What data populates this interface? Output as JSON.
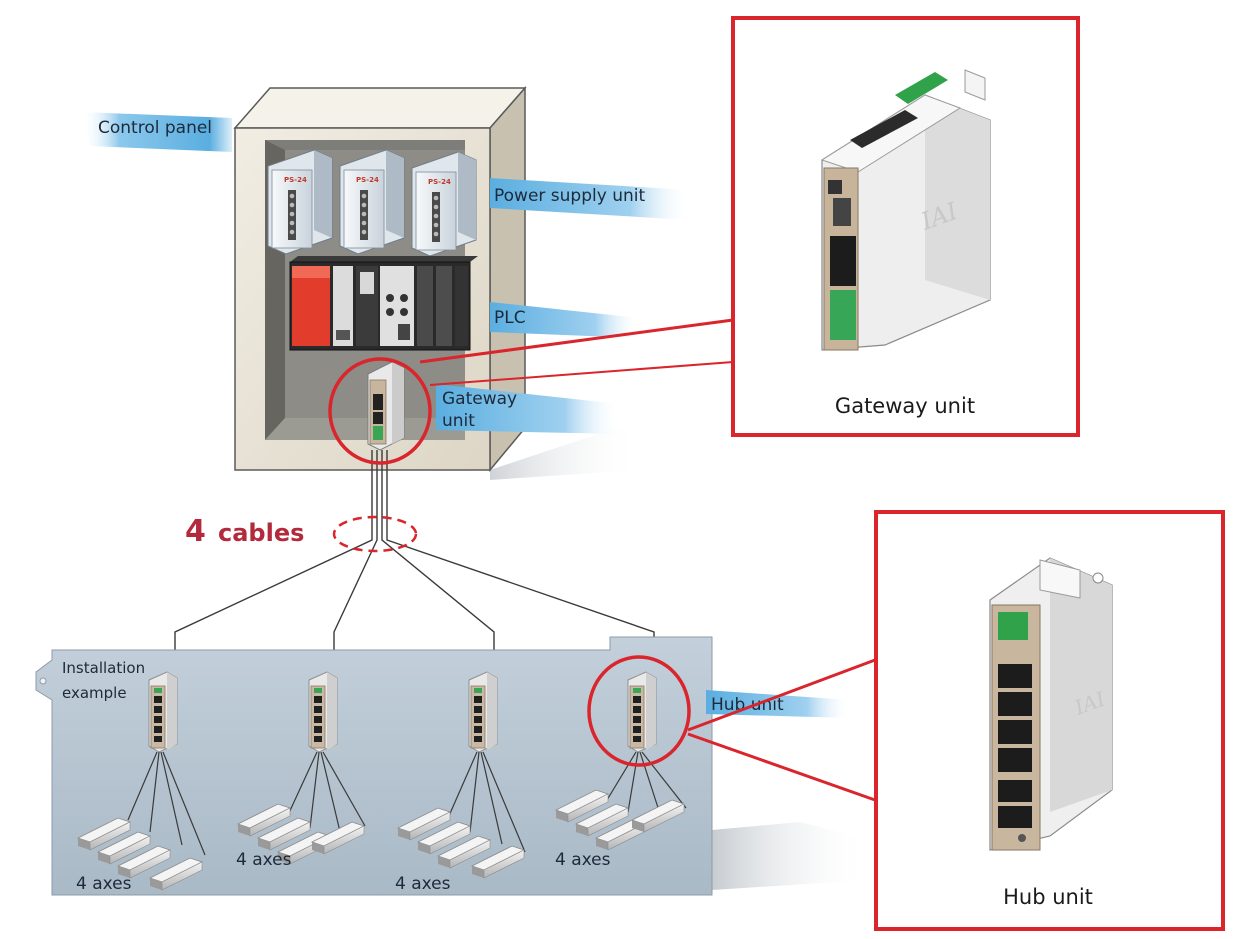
{
  "labels": {
    "control_panel": "Control panel",
    "power_supply_unit": "Power supply unit",
    "plc": "PLC",
    "gateway_unit_line1": "Gateway",
    "gateway_unit_line2": "unit",
    "cables_number": "4",
    "cables_word": "cables",
    "installation_line1": "Installation",
    "installation_line2": "example",
    "hub_unit": "Hub unit",
    "axes": [
      "4 axes",
      "4 axes",
      "4 axes",
      "4 axes"
    ]
  },
  "insets": {
    "gateway_caption": "Gateway unit",
    "hub_caption": "Hub unit"
  },
  "device_marks": {
    "power_supply": "PS-24",
    "brand": "IAI"
  },
  "colors": {
    "highlight_red": "#d9252b",
    "label_band": "#5aaee0",
    "cables_text": "#b32a3c",
    "install_plate": "#b9c7d3",
    "cabinet": "#e9e3d6"
  }
}
